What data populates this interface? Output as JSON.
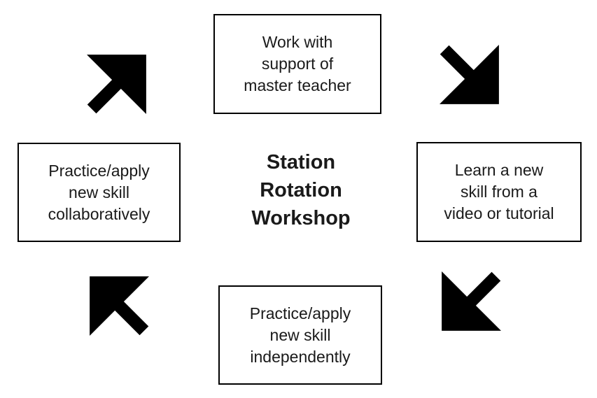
{
  "diagram": {
    "title": "Station\nRotation\nWorkshop",
    "stations": [
      {
        "id": "top",
        "text": "Work with\nsupport of\nmaster teacher"
      },
      {
        "id": "right",
        "text": "Learn a new\nskill from a\nvideo or tutorial"
      },
      {
        "id": "bottom",
        "text": "Practice/apply\nnew skill\nindependently"
      },
      {
        "id": "left",
        "text": "Practice/apply\nnew skill\ncollaboratively"
      }
    ],
    "arrows": [
      {
        "name": "arrow-up-right-icon",
        "direction": "up-right",
        "from": "left station",
        "to": "top station"
      },
      {
        "name": "arrow-down-right-icon",
        "direction": "down-right",
        "from": "top station",
        "to": "right station"
      },
      {
        "name": "arrow-down-left-icon",
        "direction": "down-left",
        "from": "right station",
        "to": "bottom station"
      },
      {
        "name": "arrow-up-left-icon",
        "direction": "up-left",
        "from": "bottom station",
        "to": "left station"
      }
    ]
  },
  "colors": {
    "background": "#ffffff",
    "box_border": "#000000",
    "box_fill": "#ffffff",
    "text": "#1a1a1a",
    "arrow": "#000000"
  }
}
